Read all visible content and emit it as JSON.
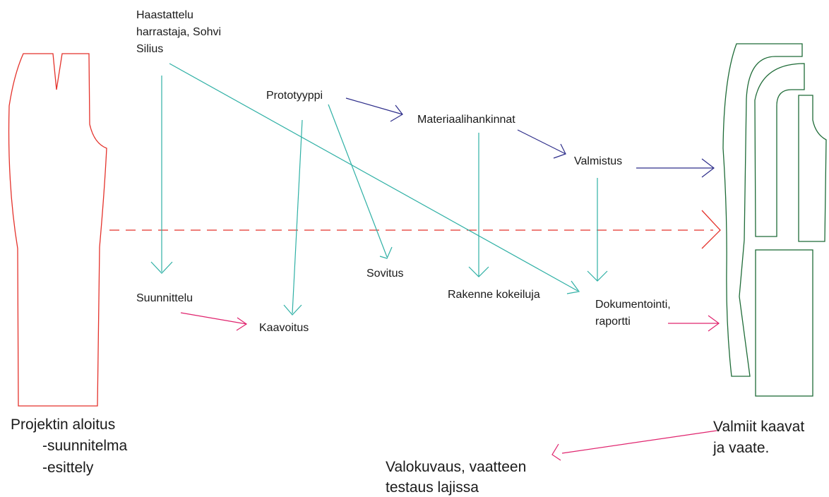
{
  "labels": {
    "interview_line1": "Haastattelu",
    "interview_line2": "harrastaja, Sohvi",
    "interview_line3": "Silius",
    "prototype": "Prototyyppi",
    "materials": "Materiaalihankinnat",
    "manufacturing": "Valmistus",
    "design": "Suunnittelu",
    "pattern_making": "Kaavoitus",
    "fitting": "Sovitus",
    "structure_trials": "Rakenne kokeiluja",
    "documentation_line1": "Dokumentointi,",
    "documentation_line2": "raportti",
    "project_start_line1": "Projektin aloitus",
    "project_start_line2": "-suunnitelma",
    "project_start_line3": "-esittely",
    "finished_line1": "Valmiit kaavat",
    "finished_line2": "ja vaate.",
    "photo_line1": "Valokuvaus, vaatteen",
    "photo_line2": "testaus lajissa"
  },
  "colors": {
    "teal": "#2fb0a5",
    "navy": "#2d2d8a",
    "magenta": "#e0246e",
    "red": "#e4322b",
    "green": "#1e6b37"
  }
}
